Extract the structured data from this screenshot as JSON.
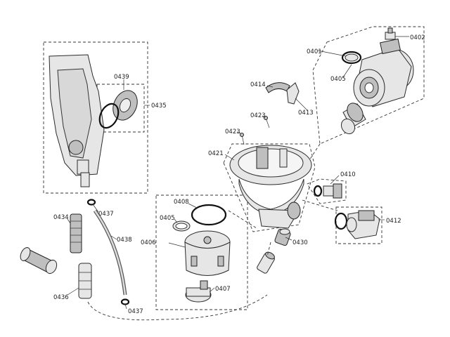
{
  "labels": {
    "p0401": "0401",
    "p0402": "0402",
    "p0405_top": "0405",
    "p0414": "0414",
    "p0413": "0413",
    "p0423_a": "0423",
    "p0423_b": "0423",
    "p0421": "0421",
    "p0410": "0410",
    "p0412": "0412",
    "p0430": "0430",
    "p0439": "0439",
    "p0435": "0435",
    "p0437_top": "0437",
    "p0434": "0434",
    "p0438": "0438",
    "p0436": "0436",
    "p0437_bottom": "0437",
    "p0408": "0408",
    "p0405_mid": "0405",
    "p0406": "0406",
    "p0407": "0407"
  }
}
